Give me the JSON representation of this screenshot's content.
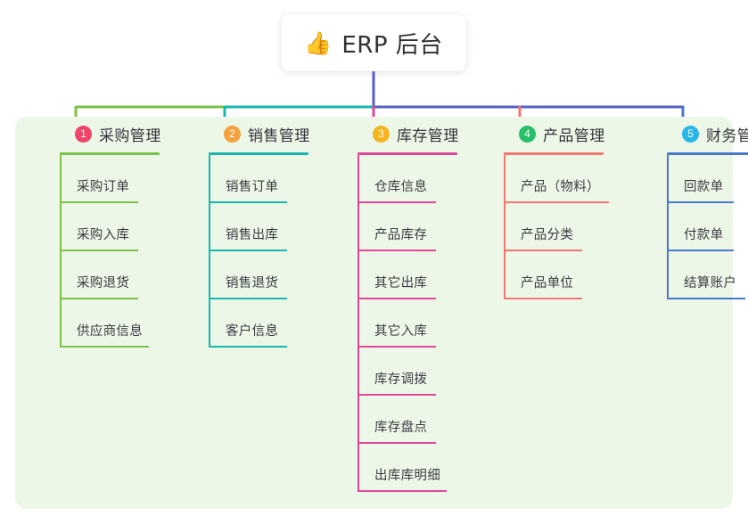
{
  "diagram": {
    "type": "mindmap",
    "page_background": "#ffffff",
    "panel_background": "#edf7e8",
    "root": {
      "icon": "thumbs-up-emoji",
      "emoji": "👍",
      "title": "ERP 后台",
      "stem_color": "#5560c4"
    },
    "bus": {
      "segments": [
        {
          "color": "#7cc14a",
          "label": "segment-to-branch-1"
        },
        {
          "color": "#18b7ac",
          "label": "segment-to-branch-2"
        },
        {
          "color": "#5560c4",
          "label": "segment-to-branch-3-5"
        }
      ]
    },
    "branches": [
      {
        "index": "1",
        "badge": "1",
        "badge_color": "#f0436a",
        "title": "采购管理",
        "accent": "#7cc14a",
        "connector_color": "#7cc14a",
        "items": [
          {
            "label": "采购订单",
            "width": 88
          },
          {
            "label": "采购入库",
            "width": 88
          },
          {
            "label": "采购退货",
            "width": 88
          },
          {
            "label": "供应商信息",
            "width": 100
          }
        ]
      },
      {
        "index": "2",
        "badge": "2",
        "badge_color": "#f5a03c",
        "title": "销售管理",
        "accent": "#18b7ac",
        "connector_color": "#18b7ac",
        "items": [
          {
            "label": "销售订单",
            "width": 88
          },
          {
            "label": "销售出库",
            "width": 88
          },
          {
            "label": "销售退货",
            "width": 88
          },
          {
            "label": "客户信息",
            "width": 88
          }
        ]
      },
      {
        "index": "3",
        "badge": "3",
        "badge_color": "#f5b422",
        "title": "库存管理",
        "accent": "#e0479a",
        "connector_color": "#e0479a",
        "items": [
          {
            "label": "仓库信息",
            "width": 88
          },
          {
            "label": "产品库存",
            "width": 88
          },
          {
            "label": "其它出库",
            "width": 88
          },
          {
            "label": "其它入库",
            "width": 88
          },
          {
            "label": "库存调拨",
            "width": 88
          },
          {
            "label": "库存盘点",
            "width": 88
          },
          {
            "label": "出库库明细",
            "width": 100
          }
        ]
      },
      {
        "index": "4",
        "badge": "4",
        "badge_color": "#26c06a",
        "title": "产品管理",
        "accent": "#f4766e",
        "connector_color": "#f4766e",
        "items": [
          {
            "label": "产品（物料）",
            "width": 118
          },
          {
            "label": "产品分类",
            "width": 88
          },
          {
            "label": "产品单位",
            "width": 88
          }
        ]
      },
      {
        "index": "5",
        "badge": "5",
        "badge_color": "#29b6e8",
        "title": "财务管理",
        "accent": "#4a78c8",
        "connector_color": "#4a78c8",
        "items": [
          {
            "label": "回款单",
            "width": 75
          },
          {
            "label": "付款单",
            "width": 75
          },
          {
            "label": "结算账户",
            "width": 88
          }
        ]
      }
    ]
  }
}
